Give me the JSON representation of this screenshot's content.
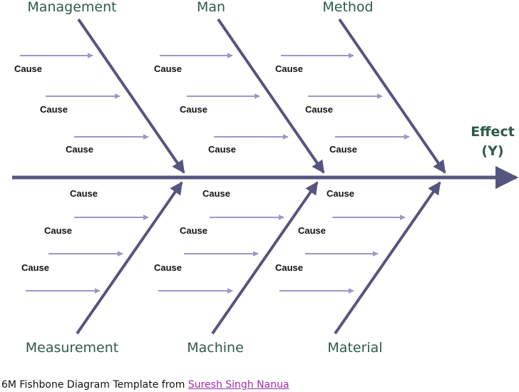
{
  "colors": {
    "bone": "#55557f",
    "cause_arrow": "#9b98c6",
    "category_text": "#2e5b45",
    "cause_text": "#111111",
    "link": "#a02ca8"
  },
  "categories": {
    "management": "Management",
    "man": "Man",
    "method": "Method",
    "measurement": "Measurement",
    "machine": "Machine",
    "material": "Material"
  },
  "effect": {
    "line1": "Effect",
    "line2": "(Y)"
  },
  "cause_label": "Cause",
  "footer": {
    "text": "6M Fishbone Diagram Template from ",
    "link_text": "Suresh Singh Nanua"
  }
}
